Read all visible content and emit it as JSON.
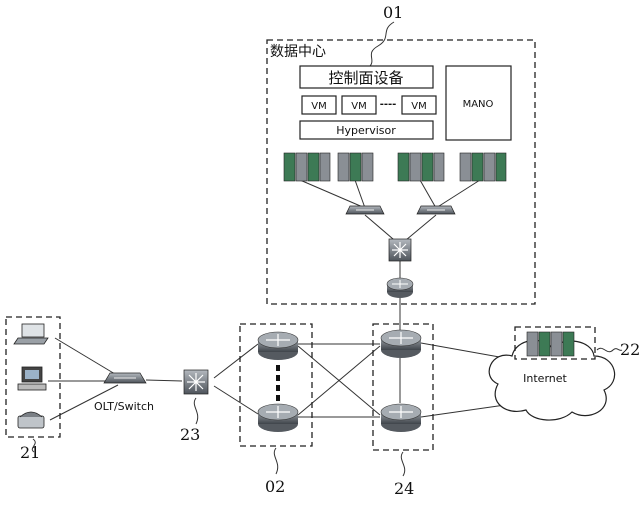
{
  "ref_numbers": {
    "datacenter": "01",
    "access_group": "21",
    "core_group_a": "02",
    "node_23": "23",
    "core_group_b": "24",
    "cloud_group": "22"
  },
  "datacenter": {
    "title": "数据中心",
    "control_plane": "控制面设备",
    "vm_labels": [
      "VM",
      "VM",
      "VM"
    ],
    "vm_ellipsis": "----",
    "hypervisor": "Hypervisor",
    "mano": "MANO"
  },
  "access": {
    "switch_label": "OLT/Switch"
  },
  "cloud": {
    "label": "Internet"
  },
  "colors": {
    "server_green": "#3d7a55",
    "server_gray": "#8a8f95",
    "router_dark": "#555a60",
    "line": "#333333"
  }
}
